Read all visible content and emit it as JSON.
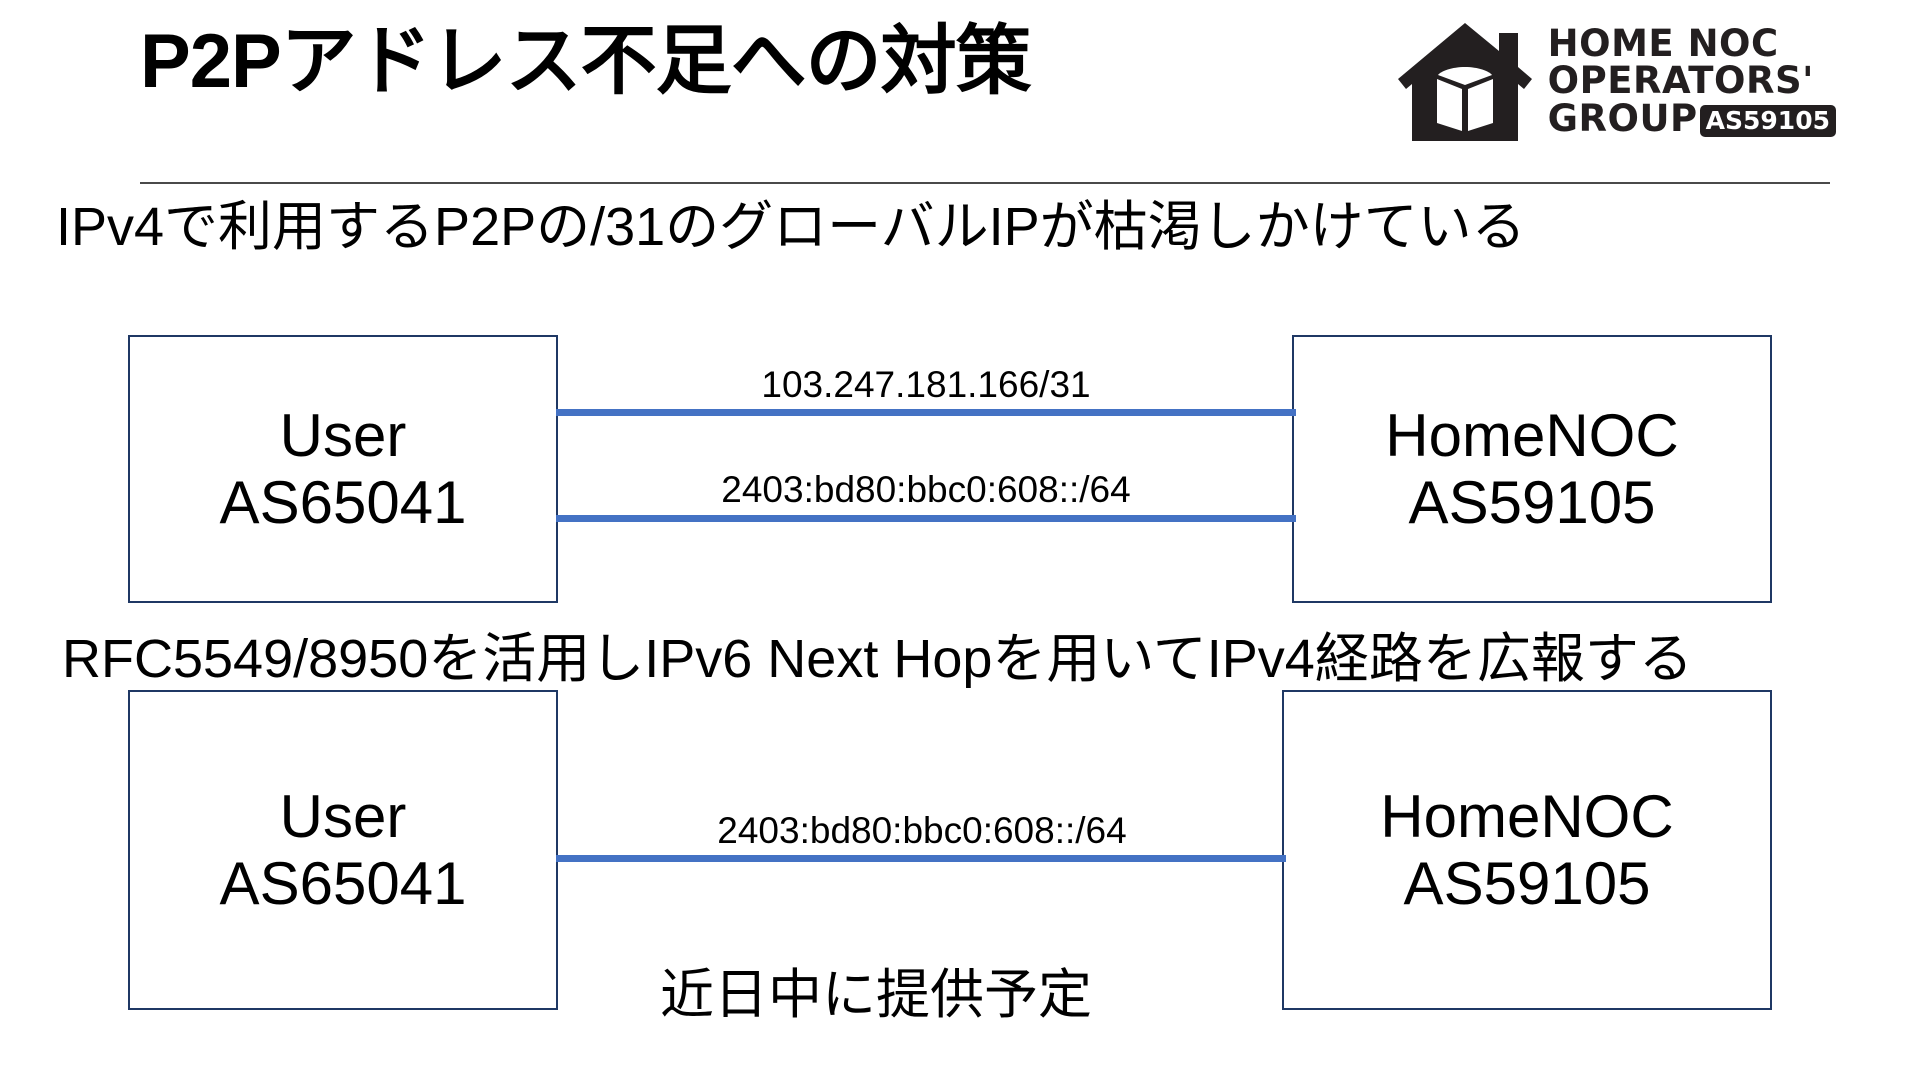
{
  "slide": {
    "title": "P2Pアドレス不足への対策",
    "captions": {
      "top": "IPv4で利用するP2Pの/31のグローバルIPが枯渇しかけている",
      "middle": "RFC5549/8950を活用しIPv6 Next Hopを用いてIPv4経路を広報する",
      "bottom": "近日中に提供予定"
    }
  },
  "logo": {
    "line1": "HOME NOC",
    "line2": "OPERATORS'",
    "line3": "GROUP",
    "badge": "AS59105",
    "mark_icon": "house-with-box-icon",
    "color": "#231f20"
  },
  "colors": {
    "link_line": "#4472c4",
    "box_border": "#1f3864",
    "rule": "#4a4a4a",
    "text": "#000000"
  },
  "diagrams": [
    {
      "id": "current-ipv4-p2p",
      "left_node": {
        "title": "User",
        "sub": "AS65041"
      },
      "right_node": {
        "title": "HomeNOC",
        "sub": "AS59105"
      },
      "links": [
        {
          "label": "103.247.181.166/31"
        },
        {
          "label": "2403:bd80:bbc0:608::/64"
        }
      ]
    },
    {
      "id": "proposed-ipv6-nexthop",
      "left_node": {
        "title": "User",
        "sub": "AS65041"
      },
      "right_node": {
        "title": "HomeNOC",
        "sub": "AS59105"
      },
      "links": [
        {
          "label": "2403:bd80:bbc0:608::/64"
        }
      ]
    }
  ]
}
